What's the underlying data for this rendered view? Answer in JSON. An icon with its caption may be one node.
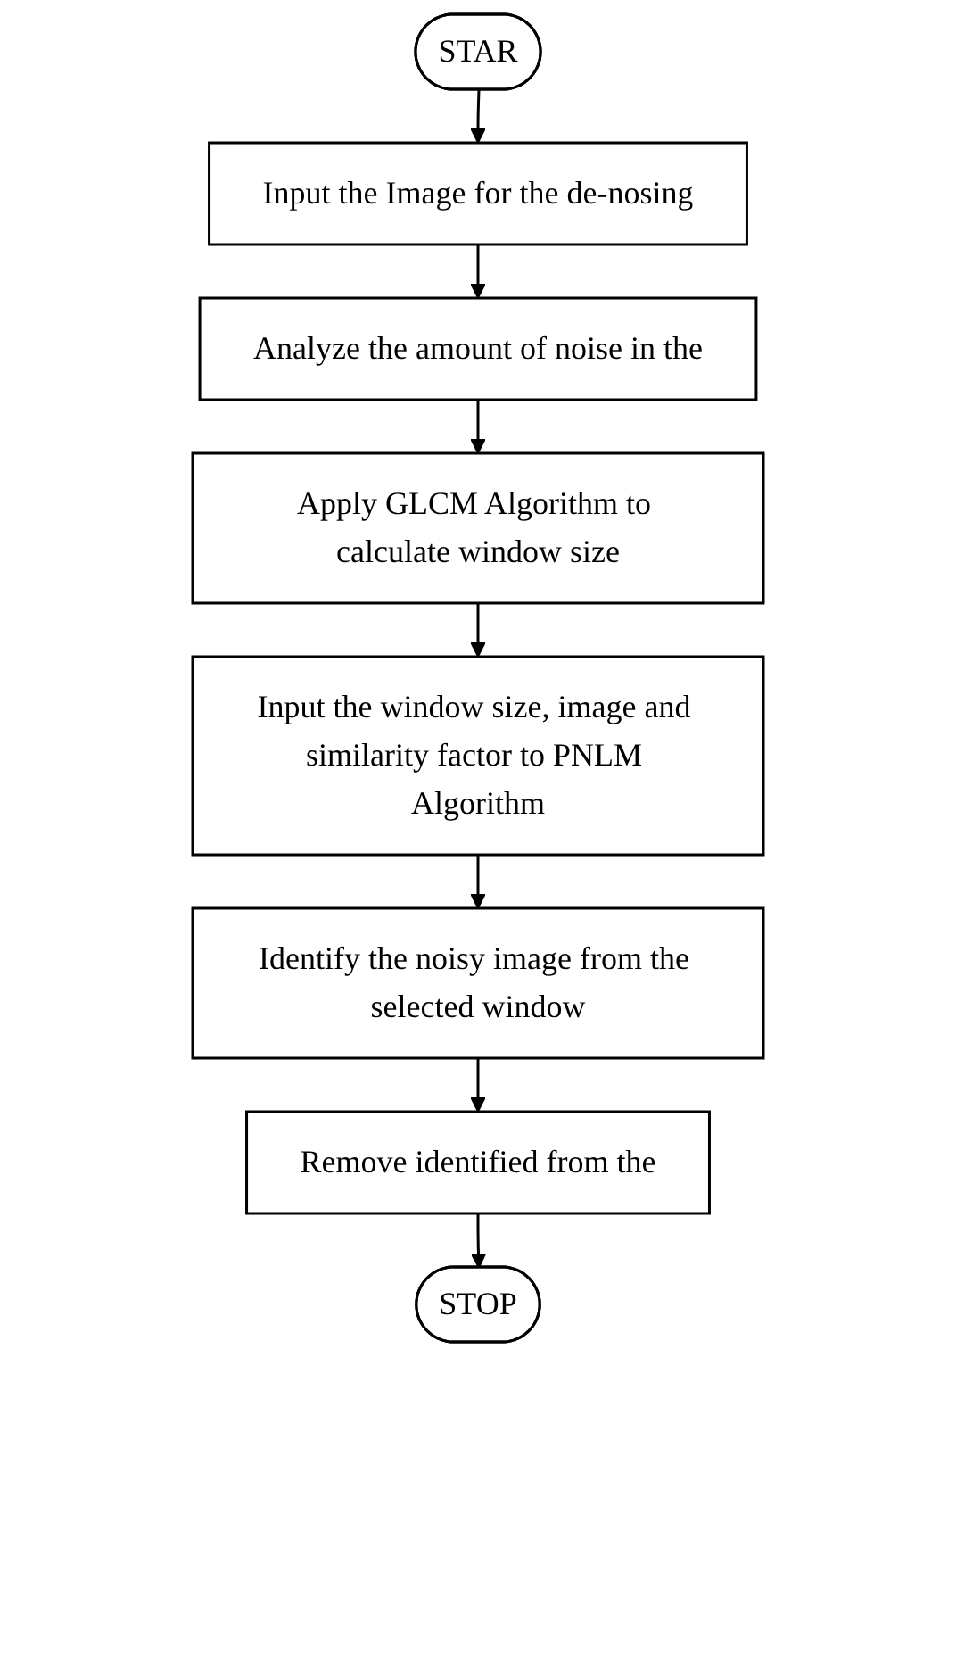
{
  "diagram": {
    "nodes": [
      {
        "text": [
          "STAR"
        ]
      },
      {
        "text": [
          "Input the Image for the de-nosing"
        ]
      },
      {
        "text": [
          "Analyze the amount of noise in the"
        ]
      },
      {
        "text": [
          "Apply GLCM Algorithm to calculate window size"
        ]
      },
      {
        "text": [
          "Input the window size, image and similarity factor to PNLM Algorithm"
        ]
      },
      {
        "text": [
          "Identify the noisy image from the selected window"
        ]
      },
      {
        "text": [
          "Remove identified from the"
        ]
      },
      {
        "text": [
          "STOP"
        ]
      }
    ],
    "edges": [
      {
        "from": 0,
        "to": 1,
        "arrow": "to"
      },
      {
        "from": 1,
        "to": 2,
        "arrow": "to"
      },
      {
        "from": 2,
        "to": 3,
        "arrow": "to"
      },
      {
        "from": 3,
        "to": 4,
        "arrow": "to"
      },
      {
        "from": 4,
        "to": 5,
        "arrow": "to"
      },
      {
        "from": 5,
        "to": 6,
        "arrow": "to"
      },
      {
        "from": 6,
        "to": 7,
        "arrow": "to"
      }
    ]
  }
}
